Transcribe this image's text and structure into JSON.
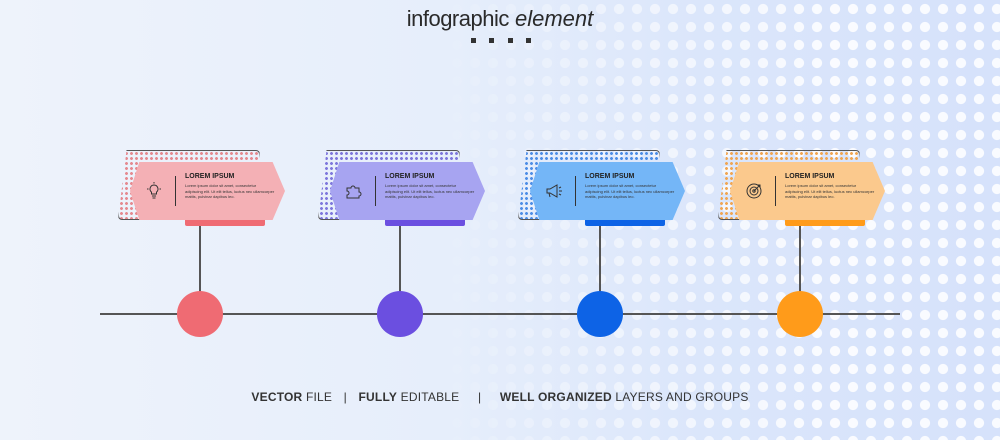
{
  "title": {
    "main": "infographic",
    "em": "element"
  },
  "steps": [
    {
      "label": "LOREM IPSUM",
      "text": "Lorem ipsum dolor sit amet, consectetur adipiscing elit. Ut elit tellus, luctus nec ullamcorper mattis, pulvinar dapibus leo.",
      "icon": "lightbulb-icon",
      "color": "#ef6b73",
      "light": "#f4b0b5",
      "dot": "#e58a90"
    },
    {
      "label": "LOREM IPSUM",
      "text": "Lorem ipsum dolor sit amet, consectetur adipiscing elit. Ut elit tellus, luctus nec ullamcorper mattis, pulvinar dapibus leo.",
      "icon": "puzzle-icon",
      "color": "#6b4fe0",
      "light": "#a7a4f1",
      "dot": "#7f78dc"
    },
    {
      "label": "LOREM IPSUM",
      "text": "Lorem ipsum dolor sit amet, consectetur adipiscing elit. Ut elit tellus, luctus nec ullamcorper mattis, pulvinar dapibus leo.",
      "icon": "megaphone-icon",
      "color": "#0d63e6",
      "light": "#74b6f7",
      "dot": "#4e8ee6"
    },
    {
      "label": "LOREM IPSUM",
      "text": "Lorem ipsum dolor sit amet, consectetur adipiscing elit. Ut elit tellus, luctus nec ullamcorper mattis, pulvinar dapibus leo.",
      "icon": "target-icon",
      "color": "#ff9b1a",
      "light": "#fbc98d",
      "dot": "#f0a654"
    }
  ],
  "footer": {
    "a_bold": "VECTOR",
    "a_rest": " FILE",
    "b_bold": "FULLY",
    "b_rest": " EDITABLE",
    "c_bold": "WELL ORGANIZED",
    "c_rest": " LAYERS AND GROUPS"
  },
  "side_id": "632800294"
}
